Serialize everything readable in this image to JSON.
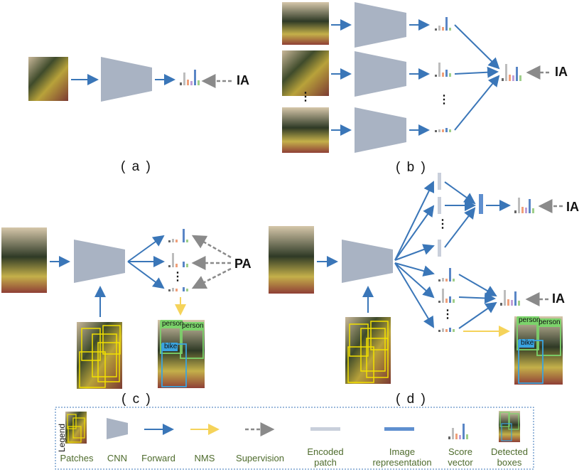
{
  "panels": {
    "a": "( a )",
    "b": "( b )",
    "c": "( c )",
    "d": "( d )"
  },
  "supervision": {
    "image": "IA",
    "patch": "PA"
  },
  "ellipsis": "⋮",
  "tags": {
    "person": "person",
    "bike": "bike"
  },
  "legend": {
    "title": "Legend",
    "items": {
      "patches": "Patches",
      "cnn": "CNN",
      "forward": "Forward",
      "nms": "NMS",
      "supervision": "Supervision",
      "encoded_patch": "Encoded patch",
      "image_representation": "Image representation",
      "score_vector": "Score vector",
      "detected_boxes": "Detected boxes"
    }
  },
  "colors": {
    "forward": "#3a76b8",
    "nms": "#f5d35a",
    "supervision": "#8a8a8a",
    "cnn": "#a9b3c3",
    "encoded_patch": "#c9cfdb",
    "image_representation": "#5f8fcf",
    "legend_text": "#4e6b2c"
  }
}
